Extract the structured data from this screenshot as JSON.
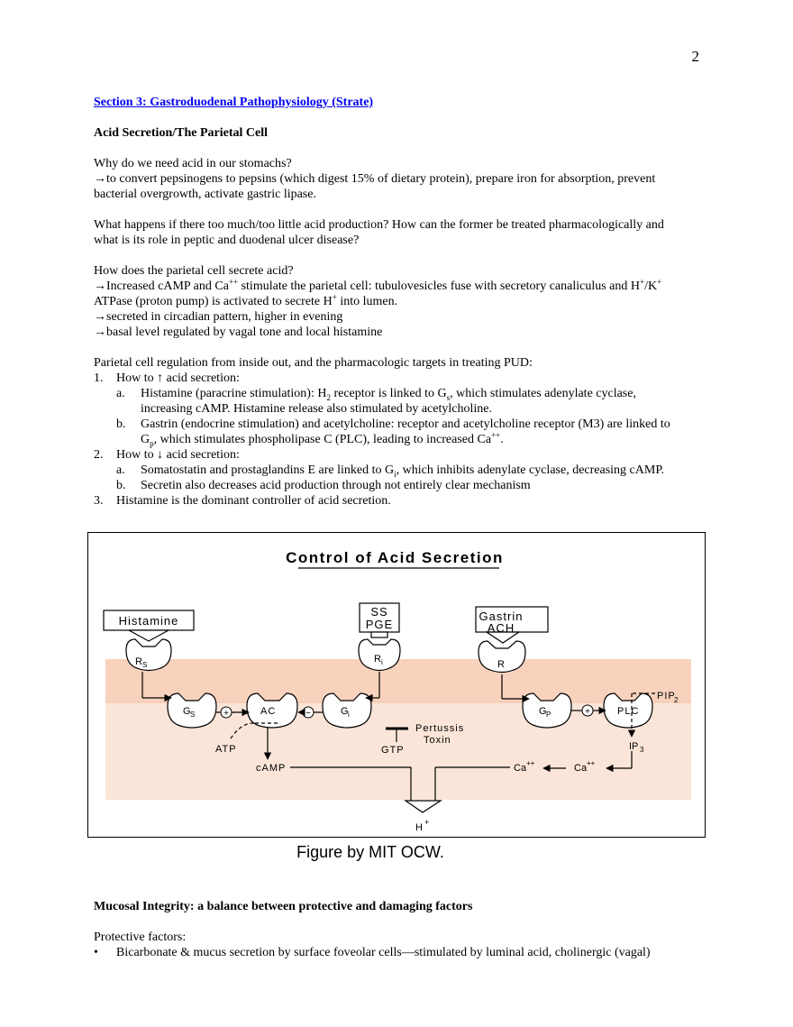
{
  "page_number": "2",
  "section_title": "Section 3: Gastroduodenal Pathophysiology (Strate)",
  "subheading": "Acid Secretion/The Parietal Cell",
  "q1": "Why do we need acid in our stomachs?",
  "a1_line1": "→to convert pepsinogens to pepsins (which digest 15% of dietary protein), prepare iron for absorption, prevent",
  "a1_line2": "bacterial overgrowth, activate gastric lipase.",
  "q2_line1": "What happens if there too much/too little acid production? How can the former be treated pharmacologically and",
  "q2_line2": "what is its role in peptic and duodenal ulcer disease?",
  "q3": "How does the parietal cell secrete acid?",
  "a3_l1_pre": "→Increased cAMP and Ca",
  "a3_l1_sup1": "++",
  "a3_l1_mid": " stimulate the parietal cell: tubulovesicles fuse with secretory canaliculus and H",
  "a3_l1_sup2": "+",
  "a3_l1_slash": "/K",
  "a3_l1_sup3": "+",
  "a3_l2_pre": "ATPase (proton pump) is activated to secrete H",
  "a3_l2_sup": "+",
  "a3_l2_post": " into lumen.",
  "a3_l3": "→secreted in circadian pattern, higher in evening",
  "a3_l4": "→basal level regulated by vagal tone and local histamine",
  "reg_intro": "Parietal cell regulation from inside out, and the pharmacologic targets in treating PUD:",
  "list": {
    "n1": "1.",
    "t1": "How to ↑ acid secretion:",
    "a": "a.",
    "i1a_l1_pre": "Histamine (paracrine stimulation): H",
    "i1a_l1_sub": "2",
    "i1a_l1_mid": " receptor is linked to G",
    "i1a_l1_sub2": "s",
    "i1a_l1_post": ", which stimulates adenylate cyclase,",
    "i1a_l2": "increasing cAMP.  Histamine release also stimulated by acetylcholine.",
    "b": "b.",
    "i1b_l1": "Gastrin (endocrine stimulation) and acetylcholine: receptor and acetylcholine receptor (M3) are linked to",
    "i1b_l2_pre": "G",
    "i1b_l2_sub": "p",
    "i1b_l2_mid": ", which stimulates phospholipase C (PLC), leading to increased Ca",
    "i1b_l2_sup": "++",
    "i1b_l2_post": ".",
    "n2": "2.",
    "t2": "How to ↓ acid secretion:",
    "i2a_pre": "Somatostatin and prostaglandins E are linked to G",
    "i2a_sub": "i",
    "i2a_post": ", which inhibits adenylate cyclase, decreasing cAMP.",
    "i2b": "Secretin also decreases acid production through not entirely clear mechanism",
    "n3": "3.",
    "t3": "Histamine is the dominant controller of acid secretion."
  },
  "figure": {
    "title": "Control of Acid Secretion",
    "histamine": "Histamine",
    "ss": "SS",
    "pge": "PGE",
    "gastrin": "Gastrin",
    "ach": "ACH",
    "rs_R": "R",
    "rs_sub": "S",
    "ri_R": "R",
    "ri_sub": "i",
    "r": "R",
    "gs_G": "G",
    "gs_sub": "S",
    "ac": "AC",
    "gi_G": "G",
    "gi_sub": "i",
    "gp_G": "G",
    "gp_sub": "P",
    "plc": "PLC",
    "pip": "PIP",
    "pip_sub": "2",
    "pertussis": "Pertussis",
    "toxin": "Toxin",
    "atp": "ATP",
    "gtp": "GTP",
    "camp": "cAMP",
    "ip": "IP",
    "ip_sub": "3",
    "ca1": "Ca",
    "ca1_sup": "++",
    "ca2": "Ca",
    "ca2_sup": "++",
    "h": "H",
    "h_sup": "+",
    "plus": "+",
    "minus": "−"
  },
  "caption": "Figure by MIT OCW.",
  "mucosal_heading": "Mucosal Integrity: a balance between protective and damaging factors",
  "protective_heading": "Protective factors:",
  "bullet_symbol": "•",
  "bullet1": "Bicarbonate & mucus secretion by surface foveolar cells—stimulated by luminal acid, cholinergic (vagal)"
}
